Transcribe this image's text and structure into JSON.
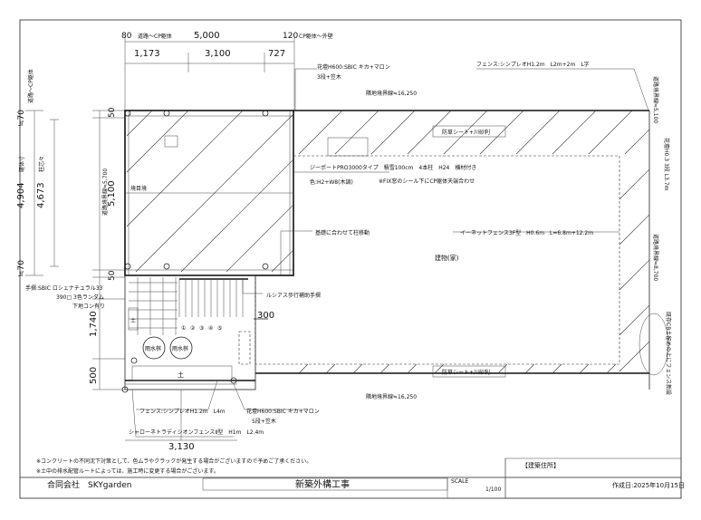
{
  "dimensions": {
    "top_row1": [
      "80",
      "道路〜CP躯体",
      "5,000",
      "120",
      "CP躯体〜外壁"
    ],
    "top_row2": [
      "1,173",
      "3,100",
      "727"
    ],
    "left_outer": [
      "≒70",
      "道路〜CP躯体",
      "4,904",
      "躯体寸",
      "4,673",
      "柱芯々",
      "≒70"
    ],
    "left_inner": [
      "50",
      "5,100",
      "50",
      "1,740",
      "500"
    ],
    "bottom": "3,130",
    "step": "300"
  },
  "labels": {
    "hanadan_top": "花壇H600:SBIC キカ+マロン",
    "hanadan_top_sub": "3段+笠木",
    "fence_top": "フェンス:シンプレオH1.2m　L2m+2m　L字",
    "boundary_top": "隣地境界線≒16,250",
    "bousou_top": "防草シート+川砂利",
    "carport": "ジーポートPRO3000タイプ　積雪100cm　4本柱　H24　横材付き",
    "carport_color": "色:H2+W8(木調)",
    "carport_note": "※FIX窓のシール下にCP躯体天端合わせ",
    "kiso_note": "基礎に合わせて柱移動",
    "metal_fence": "イーネットフェンス3F型　H0.6m　L=6.8m+12.2m",
    "building": "建物(家)",
    "road_border": "道路境界線≒5,100",
    "sakaime": "境目境",
    "handrail": "ルシアス歩行補助手摺",
    "tesuri_left": "手摺:SBIC ロシェナチュラル33",
    "tiles": "390□ 3色ランダム",
    "tiles2": "下地コン有り",
    "water1": "雨水桝",
    "water2": "雨水桝",
    "soil": "土",
    "fence_bottom": "フェンス:シンプレオH1.2m　L4m",
    "hanadan_bottom": "花壇H600:SBIC キカ+マロン",
    "hanadan_bottom_sub": "5段+笠木",
    "shaded_fence": "シャローネトラディシオンフェンスⅡ型　H1m　L2.4m",
    "boundary_bottom": "隣地境界線≒16,250",
    "bousou_bottom": "防草シート+川砂利",
    "right_top_vert": "道路境界線≒5,100",
    "right_mid_vert": "花壇H0.3 3段 L3.7m",
    "right_low_vert": "道路境界線≒8,700",
    "right_bottom_vert": "既存CB土留めの上にフェンス新設",
    "numbers": [
      "①",
      "②",
      "③",
      "④",
      "⑤"
    ],
    "left_side_vert": "道路境界線≒5,700"
  },
  "notes": [
    "※コンクリートの不同沈下対策として、色ムラやクラックが発生する場合がございますので予めご了承ください。",
    "※土中の排水配管ルートによっては、施工時に変更する場合がございます。"
  ],
  "footer": {
    "company": "合同会社　SKYgarden",
    "title": "新築外構工事",
    "scale_label": "SCALE",
    "scale": "1/100",
    "address_label": "【建築住所】",
    "date": "作成日:2025年10月15日"
  }
}
